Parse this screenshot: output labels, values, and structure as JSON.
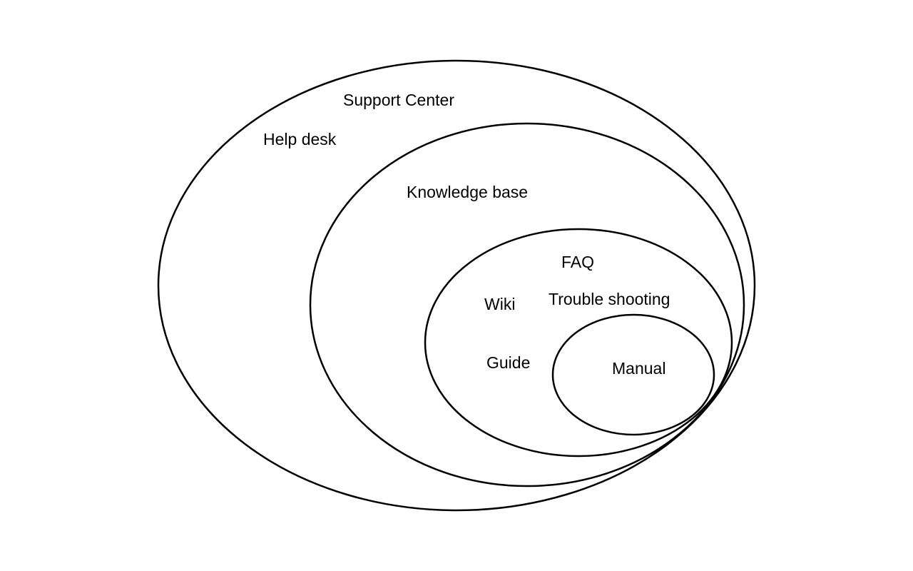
{
  "diagram": {
    "colors": {
      "stroke": "#000000",
      "text": "#000000",
      "background": "#ffffff"
    },
    "labels": {
      "support_center": "Support Center",
      "help_desk": "Help desk",
      "knowledge_base": "Knowledge base",
      "faq": "FAQ",
      "wiki": "Wiki",
      "trouble_shooting": "Trouble shooting",
      "guide": "Guide",
      "manual": "Manual"
    }
  }
}
